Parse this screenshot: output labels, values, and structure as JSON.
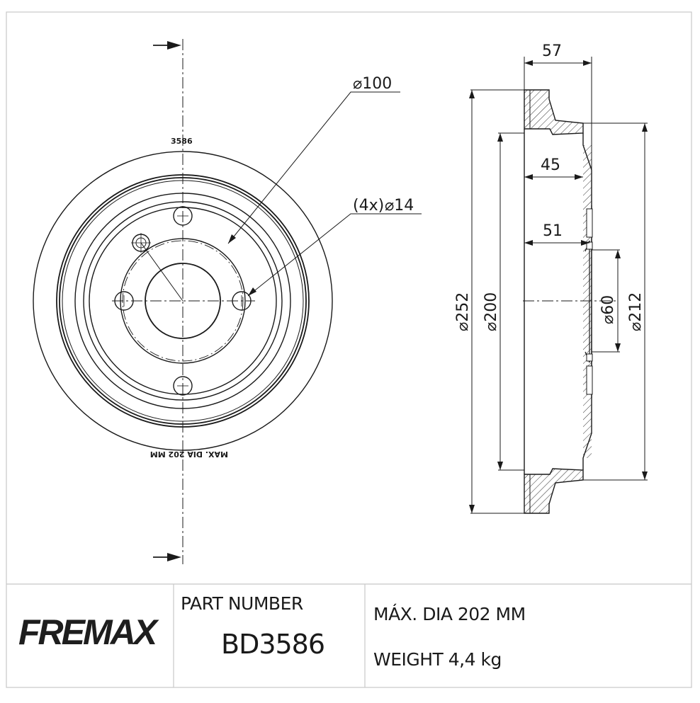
{
  "front_view": {
    "dia_pcd": "⌀100",
    "holes": "(4x)",
    "dia_holes": "⌀14",
    "part_stamp": "3586",
    "max_stamp": "MAX. DIA 202 MM"
  },
  "side_view": {
    "width_57": "57",
    "depth_45": "45",
    "depth_51": "51",
    "dia_252": "⌀252",
    "dia_200": "⌀200",
    "dia_60": "⌀60",
    "dia_212": "⌀212"
  },
  "title_block": {
    "brand": "FREMAX",
    "part_number_label": "PART NUMBER",
    "part_number": "BD3586",
    "max_dia": "MÁX. DIA 202 MM",
    "weight": "WEIGHT 4,4 kg"
  }
}
